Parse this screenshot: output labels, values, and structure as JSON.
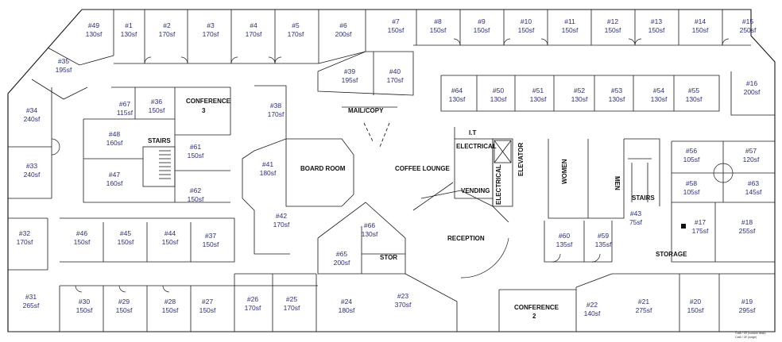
{
  "rooms": [
    {
      "id": "#49",
      "area": "130sf"
    },
    {
      "id": "#1",
      "area": "130sf"
    },
    {
      "id": "#2",
      "area": "170sf"
    },
    {
      "id": "#3",
      "area": "170sf"
    },
    {
      "id": "#4",
      "area": "170sf"
    },
    {
      "id": "#5",
      "area": "170sf"
    },
    {
      "id": "#6",
      "area": "200sf"
    },
    {
      "id": "#7",
      "area": "150sf"
    },
    {
      "id": "#8",
      "area": "150sf"
    },
    {
      "id": "#9",
      "area": "150sf"
    },
    {
      "id": "#10",
      "area": "150sf"
    },
    {
      "id": "#11",
      "area": "150sf"
    },
    {
      "id": "#12",
      "area": "150sf"
    },
    {
      "id": "#13",
      "area": "150sf"
    },
    {
      "id": "#14",
      "area": "150sf"
    },
    {
      "id": "#15",
      "area": "250sf"
    },
    {
      "id": "#35",
      "area": "195sf"
    },
    {
      "id": "#39",
      "area": "195sf"
    },
    {
      "id": "#40",
      "area": "170sf"
    },
    {
      "id": "#16",
      "area": "200sf"
    },
    {
      "id": "#34",
      "area": "240sf"
    },
    {
      "id": "#67",
      "area": "115sf"
    },
    {
      "id": "#36",
      "area": "150sf"
    },
    {
      "id": "#38",
      "area": "170sf"
    },
    {
      "id": "#64",
      "area": "130sf"
    },
    {
      "id": "#50",
      "area": "130sf"
    },
    {
      "id": "#51",
      "area": "130sf"
    },
    {
      "id": "#52",
      "area": "130sf"
    },
    {
      "id": "#53",
      "area": "130sf"
    },
    {
      "id": "#54",
      "area": "130sf"
    },
    {
      "id": "#55",
      "area": "130sf"
    },
    {
      "id": "#48",
      "area": "160sf"
    },
    {
      "id": "#61",
      "area": "150sf"
    },
    {
      "id": "#41",
      "area": "180sf"
    },
    {
      "id": "#33",
      "area": "240sf"
    },
    {
      "id": "#47",
      "area": "160sf"
    },
    {
      "id": "#62",
      "area": "150sf"
    },
    {
      "id": "#56",
      "area": "105sf"
    },
    {
      "id": "#57",
      "area": "120sf"
    },
    {
      "id": "#58",
      "area": "105sf"
    },
    {
      "id": "#63",
      "area": "145sf"
    },
    {
      "id": "#42",
      "area": "170sf"
    },
    {
      "id": "#66",
      "area": "130sf"
    },
    {
      "id": "#43",
      "area": "75sf"
    },
    {
      "id": "#17",
      "area": "175sf"
    },
    {
      "id": "#18",
      "area": "255sf"
    },
    {
      "id": "#32",
      "area": "170sf"
    },
    {
      "id": "#46",
      "area": "150sf"
    },
    {
      "id": "#45",
      "area": "150sf"
    },
    {
      "id": "#44",
      "area": "150sf"
    },
    {
      "id": "#37",
      "area": "150sf"
    },
    {
      "id": "#65",
      "area": "200sf"
    },
    {
      "id": "#60",
      "area": "135sf"
    },
    {
      "id": "#59",
      "area": "135sf"
    },
    {
      "id": "#31",
      "area": "265sf"
    },
    {
      "id": "#30",
      "area": "150sf"
    },
    {
      "id": "#29",
      "area": "150sf"
    },
    {
      "id": "#28",
      "area": "150sf"
    },
    {
      "id": "#27",
      "area": "150sf"
    },
    {
      "id": "#26",
      "area": "170sf"
    },
    {
      "id": "#25",
      "area": "170sf"
    },
    {
      "id": "#24",
      "area": "180sf"
    },
    {
      "id": "#23",
      "area": "370sf"
    },
    {
      "id": "#22",
      "area": "140sf"
    },
    {
      "id": "#21",
      "area": "275sf"
    },
    {
      "id": "#20",
      "area": "150sf"
    },
    {
      "id": "#19",
      "area": "295sf"
    }
  ],
  "labels": {
    "conference3_a": "CONFERENCE",
    "conference3_b": "3",
    "mail_copy": "MAIL/COPY",
    "stairs_left": "STAIRS",
    "board_room": "BOARD ROOM",
    "coffee_lounge": "COFFEE LOUNGE",
    "it": "I.T",
    "electrical_top": "ELECTRICAL",
    "electrical_side": "ELECTRICAL",
    "elevator": "ELEVATOR",
    "vending": "VENDING",
    "women": "WOMEN",
    "men": "MEN",
    "stairs_right": "STAIRS",
    "reception": "RECEPTION",
    "stor": "STOR",
    "storage": "STORAGE",
    "conference2_a": "CONFERENCE",
    "conference2_b": "2",
    "note_line1": "Cat6 / 1E (custom desk)",
    "note_line2": "Cat6 / 2E (lodge)"
  }
}
